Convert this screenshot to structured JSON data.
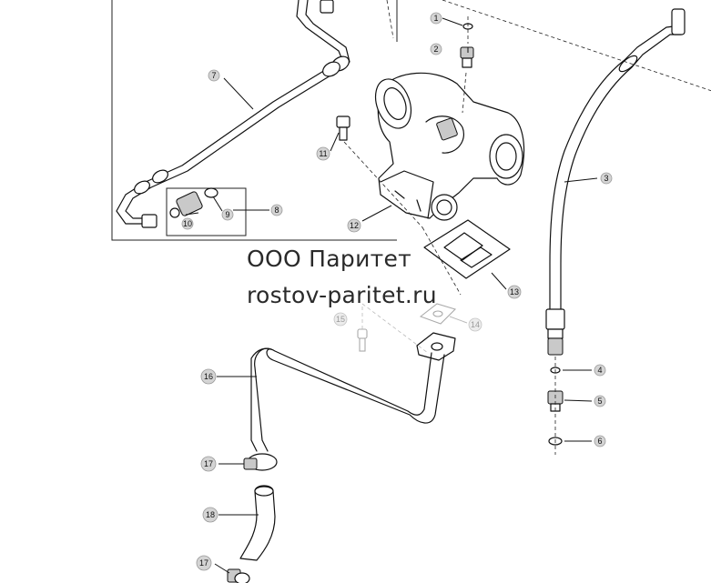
{
  "watermark": {
    "company": "ООО Паритет",
    "website": "rostov-paritet.ru"
  },
  "callouts": [
    {
      "id": "c1",
      "label": "1"
    },
    {
      "id": "c2",
      "label": "2"
    },
    {
      "id": "c3",
      "label": "3"
    },
    {
      "id": "c4",
      "label": "4"
    },
    {
      "id": "c5",
      "label": "5"
    },
    {
      "id": "c6",
      "label": "6"
    },
    {
      "id": "c7",
      "label": "7"
    },
    {
      "id": "c8",
      "label": "8"
    },
    {
      "id": "c9",
      "label": "9"
    },
    {
      "id": "c10",
      "label": "10"
    },
    {
      "id": "c11",
      "label": "11"
    },
    {
      "id": "c12",
      "label": "12"
    },
    {
      "id": "c13",
      "label": "13"
    },
    {
      "id": "c14",
      "label": "14"
    },
    {
      "id": "c15",
      "label": "15"
    },
    {
      "id": "c16",
      "label": "16"
    },
    {
      "id": "c17a",
      "label": "17"
    },
    {
      "id": "c18",
      "label": "18"
    },
    {
      "id": "c17b",
      "label": "17"
    }
  ]
}
